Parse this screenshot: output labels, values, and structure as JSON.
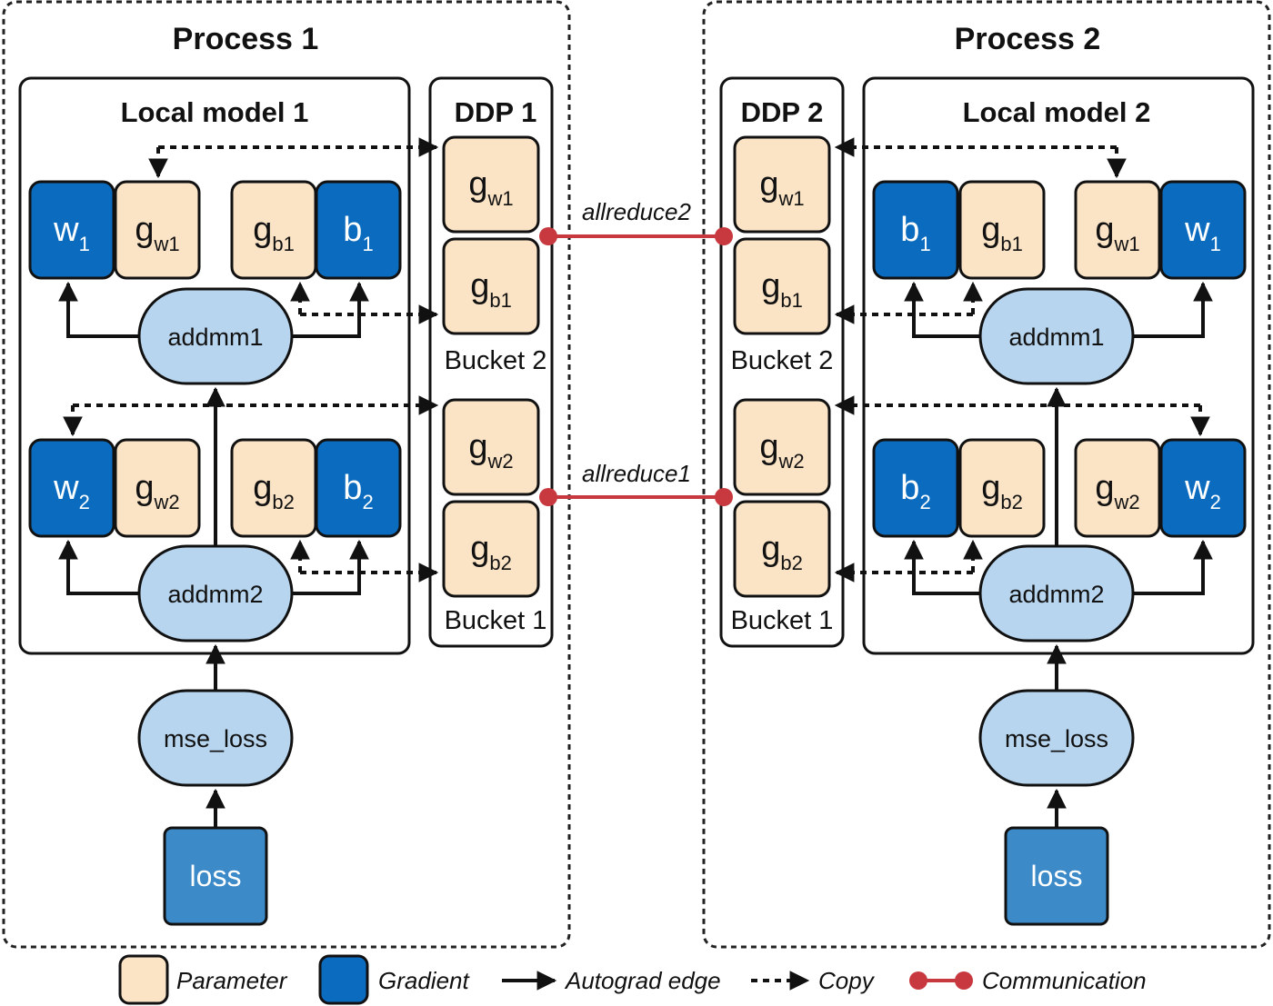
{
  "process1": {
    "title": "Process 1",
    "model_title": "Local model 1",
    "ddp_title": "DDP 1",
    "layer1": [
      {
        "kind": "gradient",
        "main": "w",
        "sub": "1"
      },
      {
        "kind": "parameter",
        "main": "g",
        "sub": "w1"
      },
      {
        "kind": "parameter",
        "main": "g",
        "sub": "b1"
      },
      {
        "kind": "gradient",
        "main": "b",
        "sub": "1"
      }
    ],
    "layer2": [
      {
        "kind": "gradient",
        "main": "w",
        "sub": "2"
      },
      {
        "kind": "parameter",
        "main": "g",
        "sub": "w2"
      },
      {
        "kind": "parameter",
        "main": "g",
        "sub": "b2"
      },
      {
        "kind": "gradient",
        "main": "b",
        "sub": "2"
      }
    ],
    "ops": {
      "addmm1": "addmm1",
      "addmm2": "addmm2",
      "mse_loss": "mse_loss",
      "loss": "loss"
    },
    "bucket2": {
      "label": "Bucket 2",
      "items": [
        {
          "main": "g",
          "sub": "w1"
        },
        {
          "main": "g",
          "sub": "b1"
        }
      ]
    },
    "bucket1": {
      "label": "Bucket 1",
      "items": [
        {
          "main": "g",
          "sub": "w2"
        },
        {
          "main": "g",
          "sub": "b2"
        }
      ]
    }
  },
  "process2": {
    "title": "Process 2",
    "model_title": "Local model 2",
    "ddp_title": "DDP 2",
    "layer1": [
      {
        "kind": "gradient",
        "main": "b",
        "sub": "1"
      },
      {
        "kind": "parameter",
        "main": "g",
        "sub": "b1"
      },
      {
        "kind": "parameter",
        "main": "g",
        "sub": "w1"
      },
      {
        "kind": "gradient",
        "main": "w",
        "sub": "1"
      }
    ],
    "layer2": [
      {
        "kind": "gradient",
        "main": "b",
        "sub": "2"
      },
      {
        "kind": "parameter",
        "main": "g",
        "sub": "b2"
      },
      {
        "kind": "parameter",
        "main": "g",
        "sub": "w2"
      },
      {
        "kind": "gradient",
        "main": "w",
        "sub": "2"
      }
    ],
    "ops": {
      "addmm1": "addmm1",
      "addmm2": "addmm2",
      "mse_loss": "mse_loss",
      "loss": "loss"
    },
    "bucket2": {
      "label": "Bucket 2",
      "items": [
        {
          "main": "g",
          "sub": "w1"
        },
        {
          "main": "g",
          "sub": "b1"
        }
      ]
    },
    "bucket1": {
      "label": "Bucket 1",
      "items": [
        {
          "main": "g",
          "sub": "w2"
        },
        {
          "main": "g",
          "sub": "b2"
        }
      ]
    }
  },
  "communication": {
    "top": "allreduce2",
    "bottom": "allreduce1"
  },
  "legend": {
    "parameter": "Parameter",
    "gradient": "Gradient",
    "autograd": "Autograd edge",
    "copy": "Copy",
    "communication": "Communication"
  },
  "colors": {
    "parameter": "#fbe3c6",
    "gradient": "#0b6cbf",
    "operation": "#b7d5ee",
    "loss": "#3d8ac9",
    "communication": "#c8383f"
  }
}
